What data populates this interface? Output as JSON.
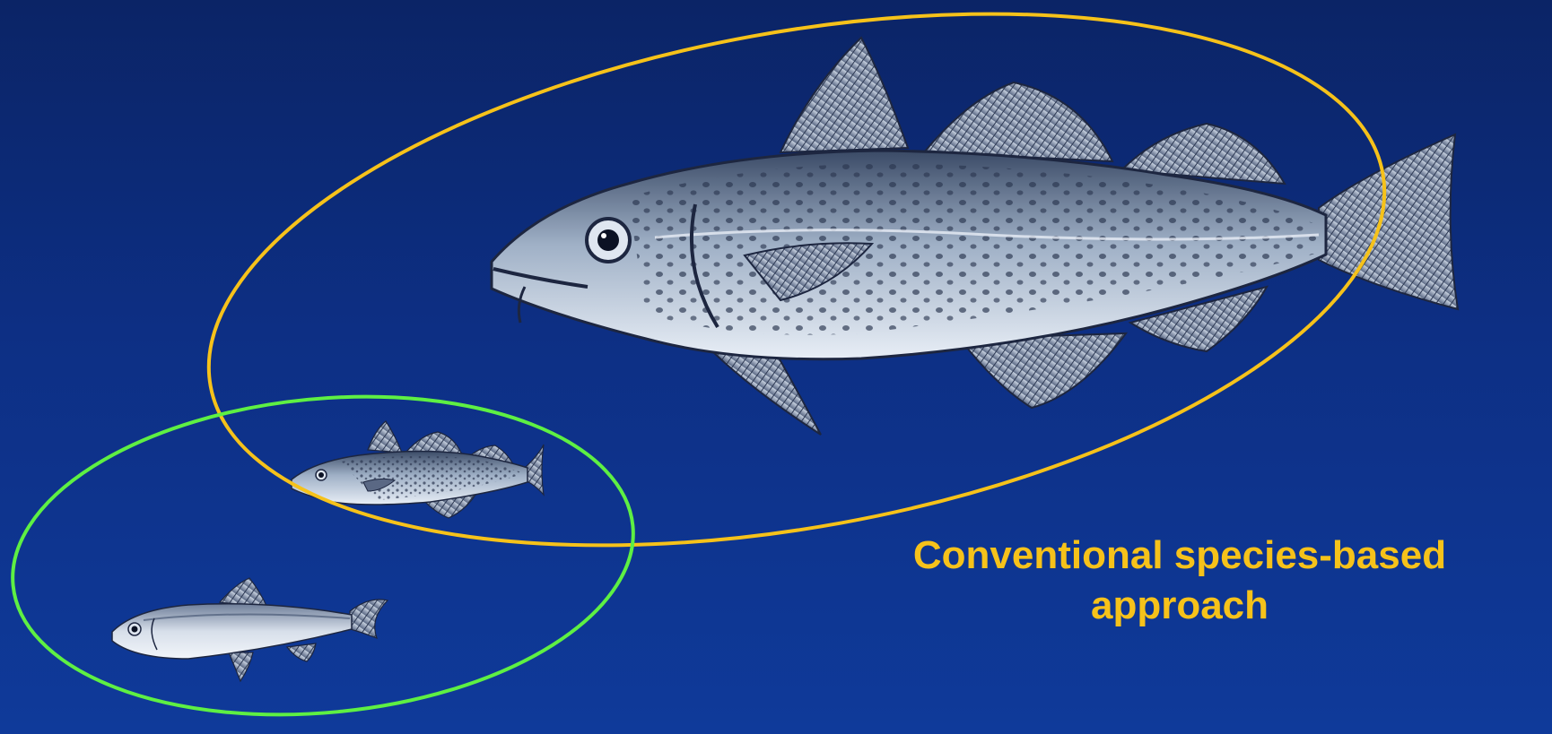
{
  "slide": {
    "caption_line1": "Conventional species-based",
    "caption_line2": "approach",
    "colors": {
      "background": "#0d2f84",
      "large_group_ellipse": "#f6c21a",
      "small_group_ellipse": "#5ef043",
      "caption": "#f6c21a"
    },
    "illustrations": [
      "cod-large-illustration",
      "cod-small-illustration",
      "herring-illustration"
    ]
  }
}
